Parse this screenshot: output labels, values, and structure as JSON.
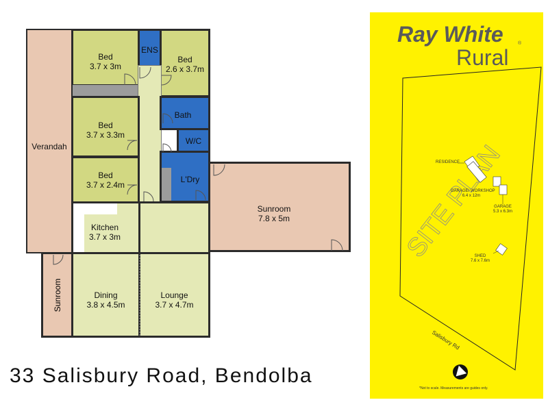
{
  "floorplan": {
    "rooms": [
      {
        "name": "Verandah",
        "dims": ""
      },
      {
        "name": "Bed",
        "dims": "3.7 x 3m"
      },
      {
        "name": "ENS",
        "dims": ""
      },
      {
        "name": "Bed",
        "dims": "2.6 x 3.7m"
      },
      {
        "name": "Bed",
        "dims": "3.7 x 3.3m"
      },
      {
        "name": "Bath",
        "dims": ""
      },
      {
        "name": "W/C",
        "dims": ""
      },
      {
        "name": "Bed",
        "dims": "3.7 x 2.4m"
      },
      {
        "name": "L'Dry",
        "dims": ""
      },
      {
        "name": "Sunroom",
        "dims": "7.8 x 5m"
      },
      {
        "name": "Kitchen",
        "dims": "3.7 x 3m"
      },
      {
        "name": "Sunroom",
        "dims": ""
      },
      {
        "name": "Dining",
        "dims": "3.8 x 4.5m"
      },
      {
        "name": "Lounge",
        "dims": "3.7 x 4.7m"
      }
    ],
    "colors": {
      "bedroom": "#d2d882",
      "wet_area": "#2f6fc4",
      "verandah": "#e9c8b2",
      "living": "#e4e9b6",
      "hallway": "#e4e9b6",
      "storage": "#9c9c9c",
      "wall": "#2b2b2b"
    }
  },
  "address": "33 Salisbury Road, Bendolba",
  "brand": {
    "name": "Ray White",
    "division": "Rural",
    "accent_color": "#fff200",
    "text_color": "#5a5a5a"
  },
  "site_plan": {
    "watermark": "SITE PLAN",
    "labels": {
      "residence": "RESIDENCE",
      "garage_workshop": "GARAGE/ WORKSHOP",
      "garage_workshop_dims": "6.4 x 12m",
      "garage": "GARAGE",
      "garage_dims": "5.3 x 6.3m",
      "shed": "SHED",
      "shed_dims": "7.6 x 7.6m",
      "road": "Salisbury Rd"
    },
    "north_icon": "north-arrow-icon",
    "disclaimer": "*Not to scale. Measurements are guides only."
  }
}
